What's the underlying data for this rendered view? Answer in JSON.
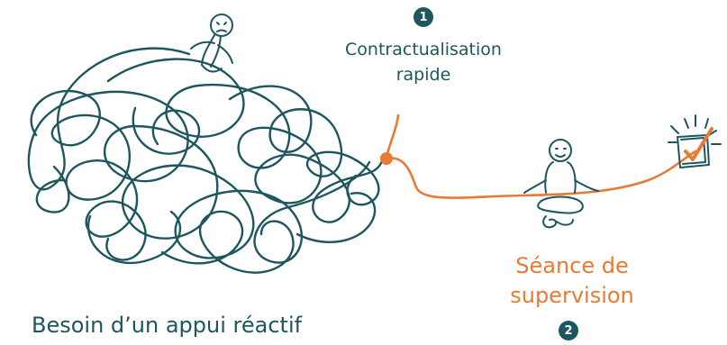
{
  "colors": {
    "teal": "#1e5660",
    "orange": "#e87a34",
    "badge": "#1e5660"
  },
  "icons": {
    "tangle": "tangled-thread-icon",
    "stressed_person": "stressed-person-icon",
    "calm_person": "meditating-person-icon",
    "checkbox": "checked-box-icon"
  },
  "step1": {
    "number": "1",
    "line1": "Contractualisation",
    "line2": "rapide"
  },
  "step2": {
    "number": "2",
    "line1": "Séance de",
    "line2": "supervision"
  },
  "caption": "Besoin d’un appui réactif"
}
